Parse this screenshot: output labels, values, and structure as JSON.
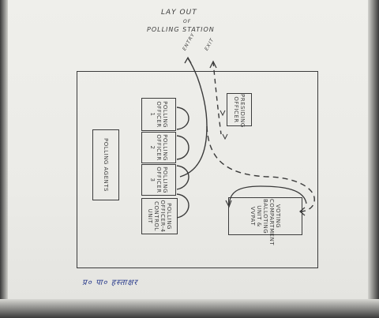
{
  "title": {
    "line1": "LAY OUT",
    "line2": "OF",
    "line3": "POLLING STATION"
  },
  "boxes": {
    "polling_agents": "POLLING AGENTS",
    "officer_1": "POLLING OFFICER 1",
    "officer_2": "POLLING OFFICER 2",
    "officer_3": "POLLING OFFICER 3",
    "officer_4": "POLLING OFFICER-4 CONTROL UNIT",
    "presiding": "PRESIDING OFFICER",
    "voting": "VOTING COMPARTMENT BALLOTING UNIT & VVPAT"
  },
  "labels": {
    "entry": "ENTRY",
    "exit": "EXIT"
  },
  "signature": "प्र० पा० हस्ताक्षर",
  "colors": {
    "paper": "#ececE8",
    "ink": "#3c3c3c",
    "ink_blue": "#2a3c8c"
  }
}
